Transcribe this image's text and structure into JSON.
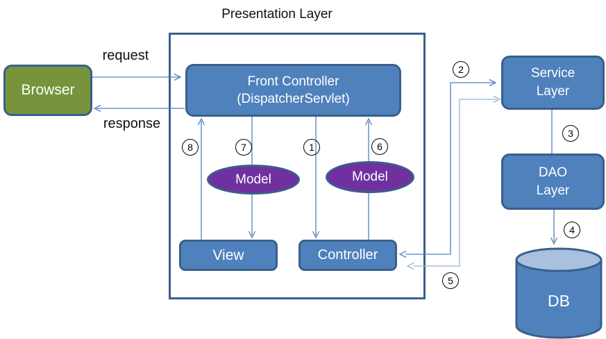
{
  "diagram": {
    "title": "Presentation Layer",
    "nodes": {
      "browser": {
        "label": "Browser"
      },
      "front_controller": {
        "line1": "Front Controller",
        "line2": "(DispatcherServlet)"
      },
      "model_left": {
        "label": "Model"
      },
      "model_right": {
        "label": "Model"
      },
      "view": {
        "label": "View"
      },
      "controller": {
        "label": "Controller"
      },
      "service_layer": {
        "line1": "Service",
        "line2": "Layer"
      },
      "dao_layer": {
        "line1": "DAO",
        "line2": "Layer"
      },
      "db": {
        "label": "DB"
      }
    },
    "edge_labels": {
      "request": "request",
      "response": "response"
    },
    "steps": {
      "1": "1",
      "2": "2",
      "3": "3",
      "4": "4",
      "5": "5",
      "6": "6",
      "7": "7",
      "8": "8"
    },
    "colors": {
      "node_blue": "#4F81BD",
      "node_border": "#3A5F8B",
      "browser_green": "#77943C",
      "model_purple": "#7030A0",
      "db_top": "#A9C0DE",
      "arrow_blue": "#4F81BD",
      "arrow_light": "#95B3D7",
      "text_white": "#FFFFFF",
      "text_black": "#111111"
    }
  }
}
